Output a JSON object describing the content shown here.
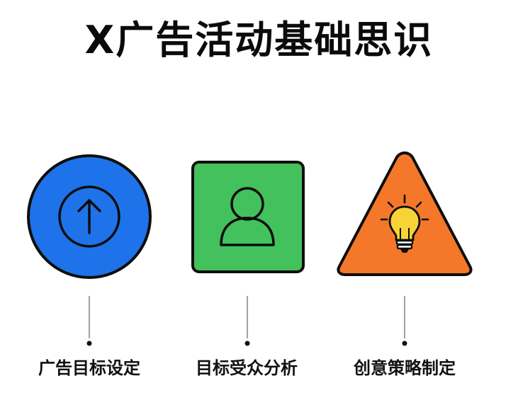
{
  "title": "X广告活动基础思识",
  "items": [
    {
      "label": "广告目标设定",
      "shape": "circle",
      "icon": "arrow-up-icon",
      "color": "#1e73ea"
    },
    {
      "label": "目标受众分析",
      "shape": "square",
      "icon": "user-icon",
      "color": "#43c15d"
    },
    {
      "label": "创意策略制定",
      "shape": "triangle",
      "icon": "lightbulb-icon",
      "color": "#f5772a"
    }
  ],
  "colors": {
    "outline": "#0d0d0d",
    "bulb": "#f7d336",
    "connector": "#8a8a8a"
  }
}
